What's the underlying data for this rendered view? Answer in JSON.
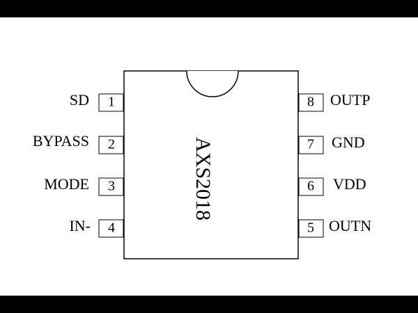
{
  "diagram": {
    "part_number": "AXS2018",
    "left_pins": [
      {
        "number": "1",
        "label": "SD"
      },
      {
        "number": "2",
        "label": "BYPASS"
      },
      {
        "number": "3",
        "label": "MODE"
      },
      {
        "number": "4",
        "label": "IN-"
      }
    ],
    "right_pins": [
      {
        "number": "8",
        "label": "OUTP"
      },
      {
        "number": "7",
        "label": "GND"
      },
      {
        "number": "6",
        "label": "VDD"
      },
      {
        "number": "5",
        "label": "OUTN"
      }
    ]
  },
  "colors": {
    "background": "#ffffff",
    "border_bars": "#000000",
    "stroke": "#000000"
  }
}
